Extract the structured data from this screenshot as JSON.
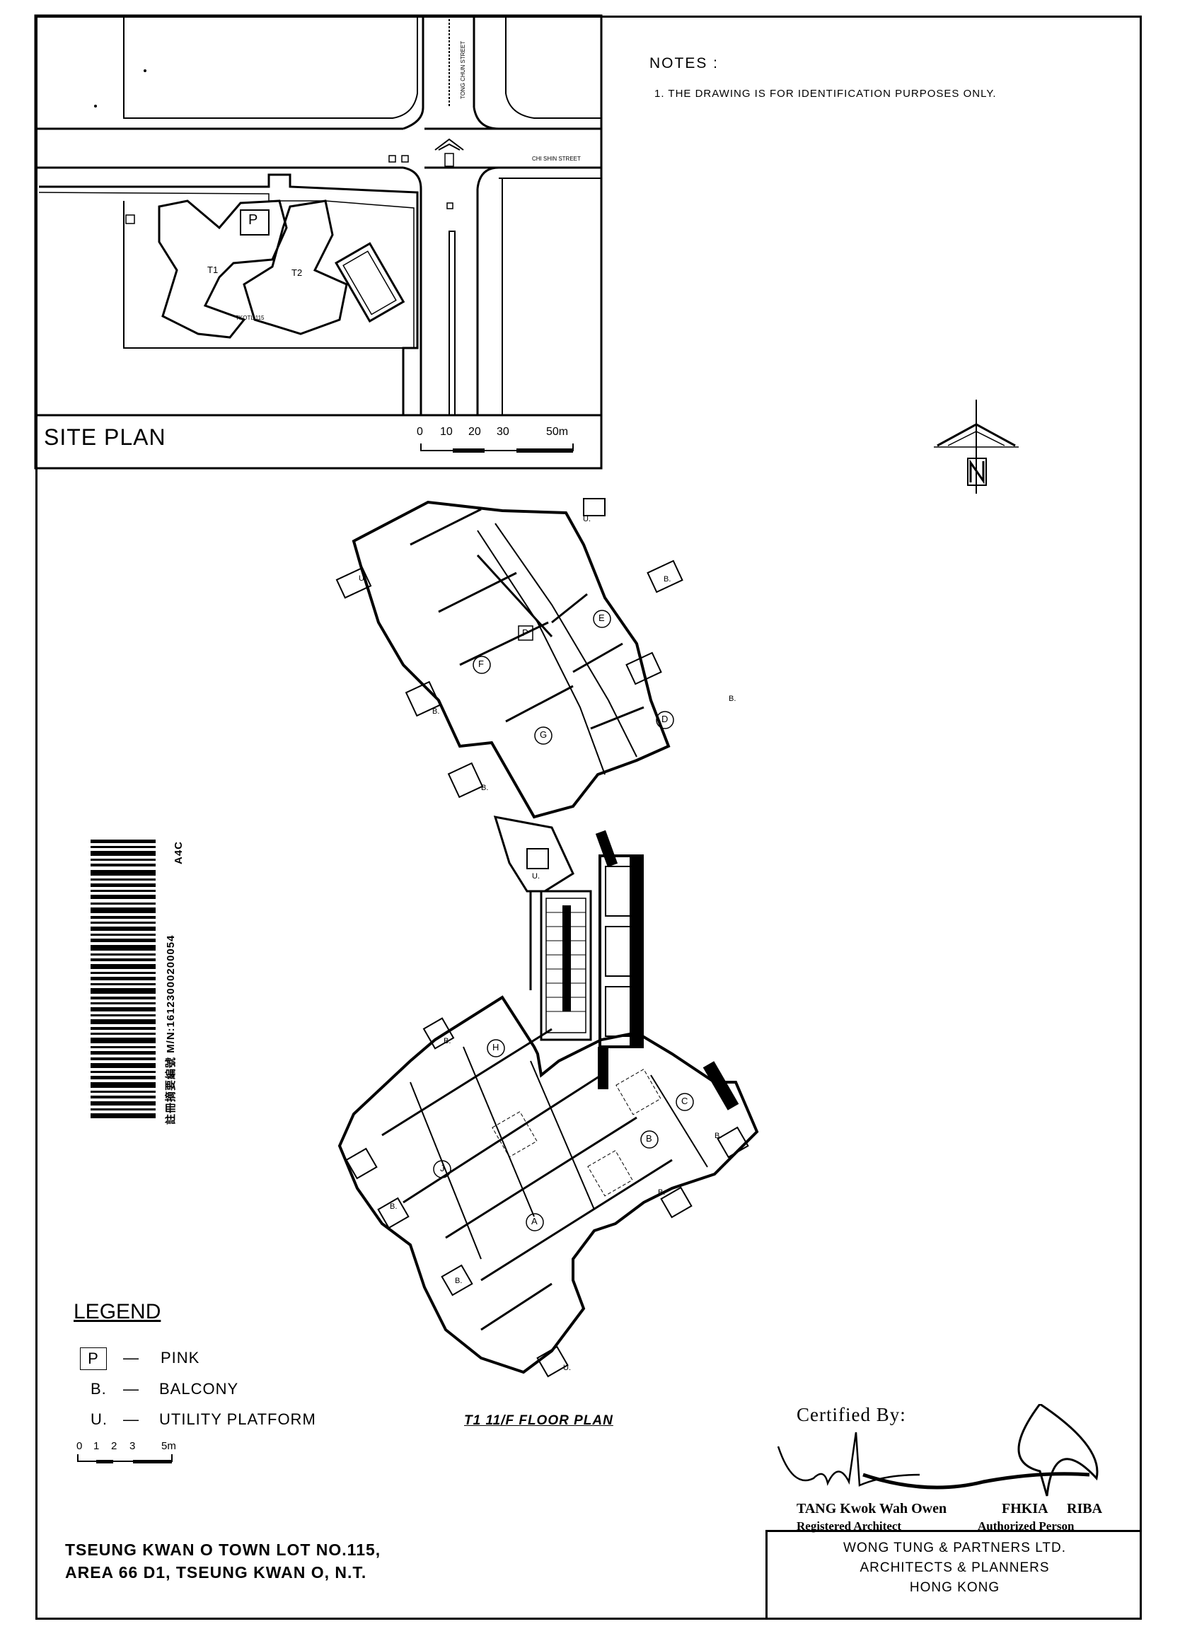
{
  "notes": {
    "title": "NOTES :",
    "line1": "1. THE DRAWING IS FOR IDENTIFICATION PURPOSES ONLY."
  },
  "site_plan": {
    "title": "SITE PLAN",
    "scale_labels": [
      "0",
      "10",
      "20",
      "30",
      "50m"
    ],
    "street_north_south": "TONG CHUN STREET",
    "street_east_west": "CHI SHIN STREET",
    "tower_labels": [
      "T1",
      "T2"
    ],
    "lot_label": "TKOTL 115",
    "parking_label": "P"
  },
  "floor_plan": {
    "title": "T1 11/F FLOOR PLAN",
    "unit_labels": [
      "A",
      "B",
      "C",
      "D",
      "E",
      "F",
      "G",
      "H",
      "J"
    ],
    "pink_label": "P",
    "balcony_label": "B.",
    "utility_label": "U."
  },
  "legend": {
    "title": "LEGEND",
    "items": [
      {
        "key": "P",
        "dash": "—",
        "text": "PINK"
      },
      {
        "key": "B.",
        "dash": "—",
        "text": "BALCONY"
      },
      {
        "key": "U.",
        "dash": "—",
        "text": "UTILITY PLATFORM"
      }
    ],
    "scale_labels": [
      "0",
      "1",
      "2",
      "3",
      "5m"
    ]
  },
  "barcode": {
    "text": "註冊摘要編號 M/N:16123000200054",
    "code": "A4C"
  },
  "lot": {
    "line1": "TSEUNG KWAN O TOWN LOT NO.115,",
    "line2": "AREA 66 D1, TSEUNG KWAN O, N.T."
  },
  "certification": {
    "heading": "Certified By:",
    "name": "TANG Kwok Wah Owen",
    "quals": "FHKIA",
    "quals2": "RIBA",
    "role1": "Registered Architect",
    "role2": "Authorized Person"
  },
  "firm": {
    "line1": "WONG TUNG & PARTNERS LTD.",
    "line2": "ARCHITECTS & PLANNERS",
    "line3": "HONG KONG"
  }
}
